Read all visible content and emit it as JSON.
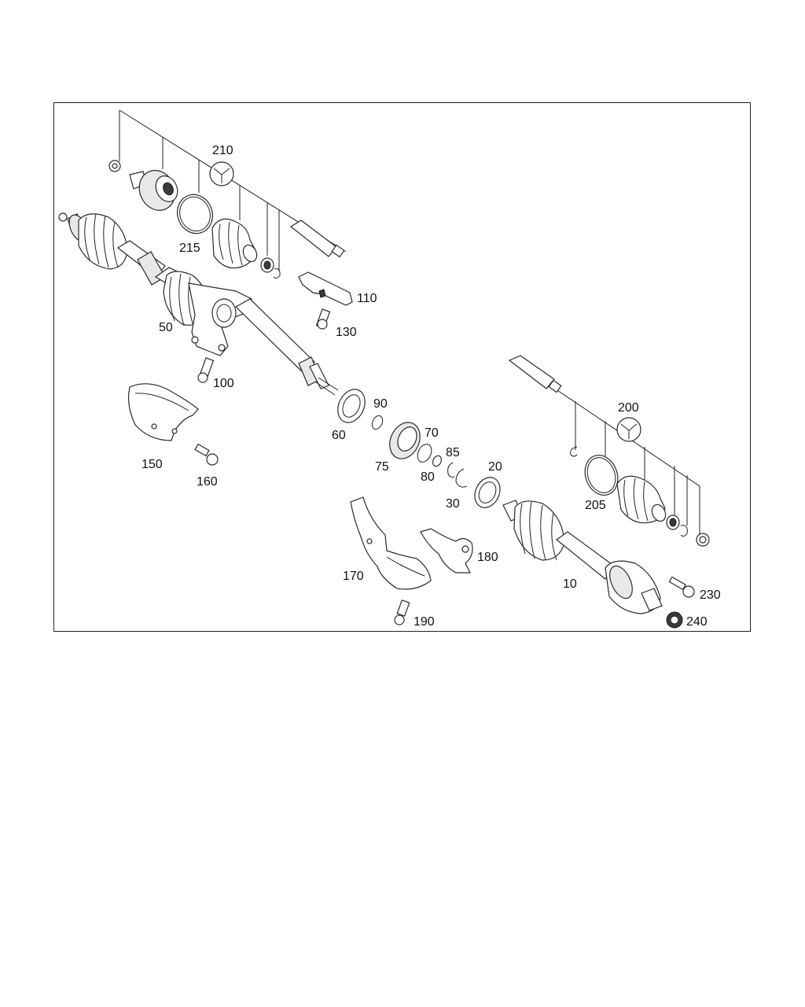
{
  "labels": {
    "p10": "10",
    "p20": "20",
    "p30": "30",
    "p50": "50",
    "p60": "60",
    "p70": "70",
    "p75": "75",
    "p80": "80",
    "p85": "85",
    "p90": "90",
    "p100": "100",
    "p110": "110",
    "p130": "130",
    "p150": "150",
    "p160": "160",
    "p170": "170",
    "p180": "180",
    "p190": "190",
    "p200": "200",
    "p205": "205",
    "p210": "210",
    "p215": "215",
    "p230": "230",
    "p240": "240"
  },
  "colors": {
    "line": "#222222",
    "accent": "#2b4a9a",
    "frame": "#222222"
  },
  "icons": {
    "wrench_kit_210": "wrench-icon",
    "wrench_kit_200": "wrench-icon"
  }
}
